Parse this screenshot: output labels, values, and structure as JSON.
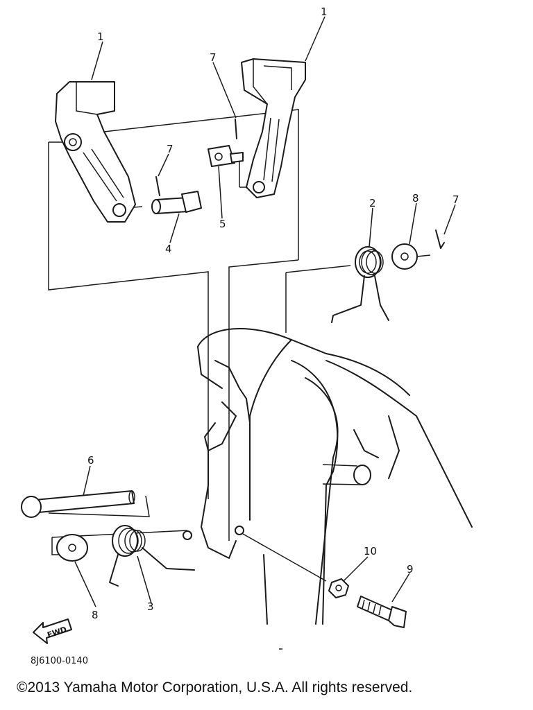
{
  "callouts": {
    "part1_left": "1",
    "part1_right": "1",
    "part2": "2",
    "part3": "3",
    "part4": "4",
    "part5": "5",
    "part6": "6",
    "part7_left": "7",
    "part7_mid": "7",
    "part7_right": "7",
    "part8_top": "8",
    "part8_bottom": "8",
    "part9": "9",
    "part10": "10"
  },
  "fwd_label": "FWD",
  "diagram_code": "8J6100-0140",
  "copyright": "©2013 Yamaha Motor Corporation, U.S.A. All rights reserved."
}
